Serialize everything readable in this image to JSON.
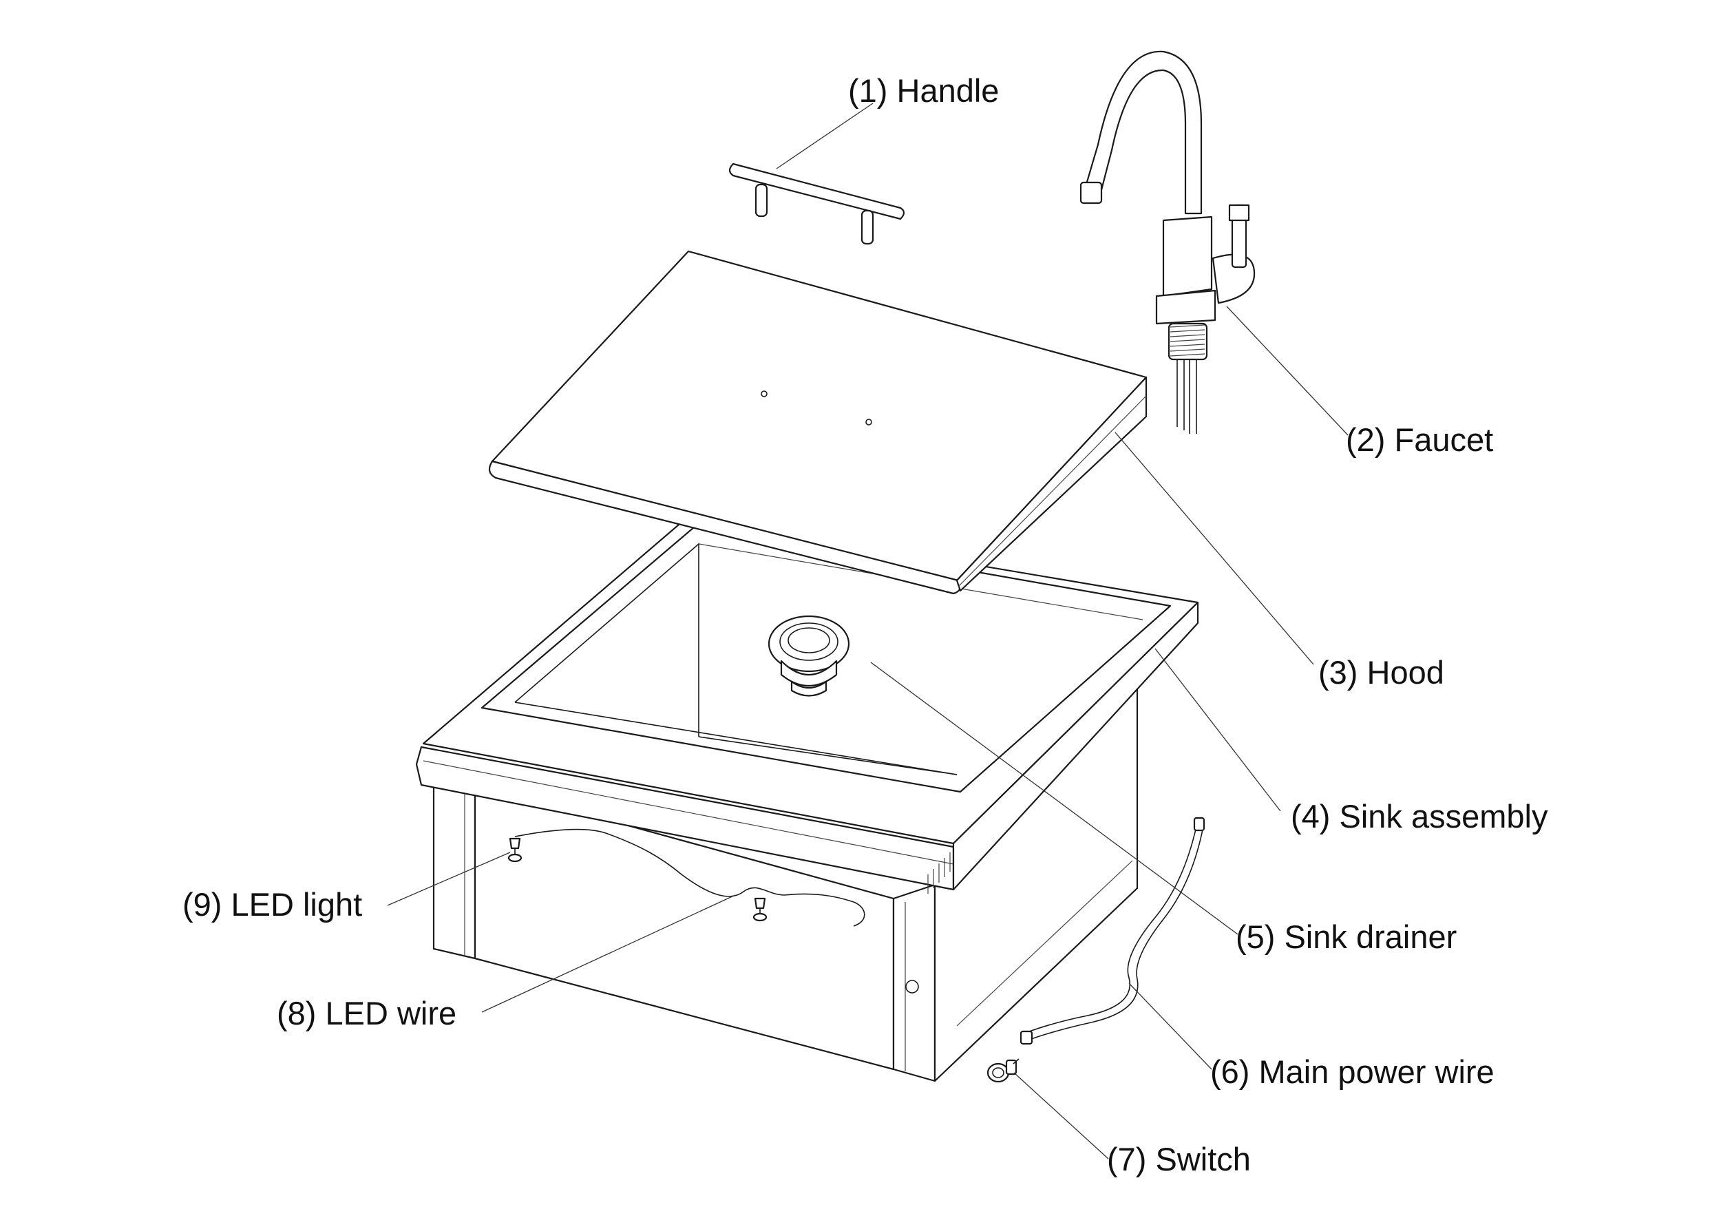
{
  "callouts": {
    "handle": "(1) Handle",
    "faucet": "(2) Faucet",
    "hood": "(3) Hood",
    "sink_assembly": "(4) Sink assembly",
    "sink_drainer": "(5) Sink drainer",
    "main_power_wire": "(6) Main power wire",
    "switch": "(7) Switch",
    "led_wire": "(8) LED wire",
    "led_light": "(9) LED light"
  }
}
